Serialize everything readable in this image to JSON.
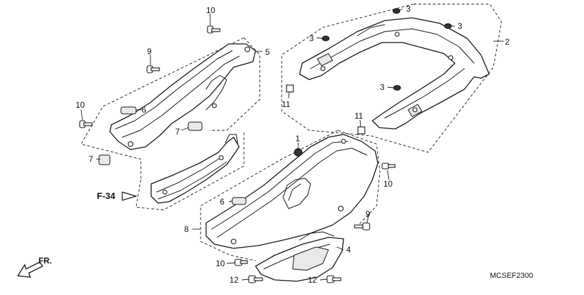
{
  "diagram": {
    "code": "MCSEF2300",
    "ref_label": "F-34",
    "direction_label": "FR.",
    "callouts": [
      "10",
      "9",
      "5",
      "6",
      "10",
      "7",
      "7",
      "3",
      "3",
      "3",
      "3",
      "2",
      "11",
      "11",
      "1",
      "10",
      "6",
      "9",
      "8",
      "4",
      "10",
      "12",
      "12"
    ]
  }
}
